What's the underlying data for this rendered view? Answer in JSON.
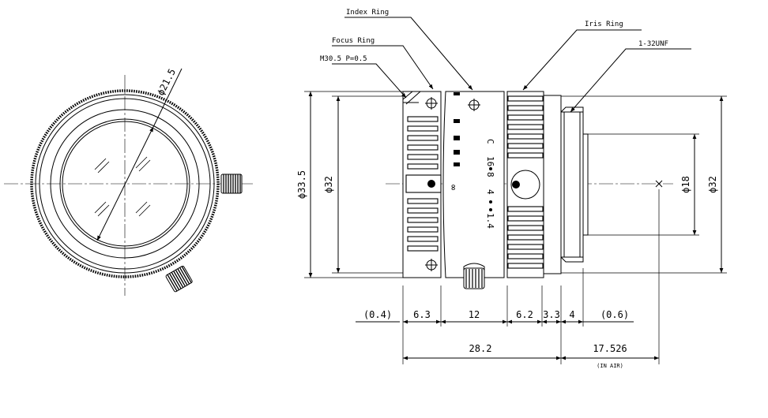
{
  "callouts": {
    "index_ring": "Index Ring",
    "focus_ring": "Focus Ring",
    "thread": "M30.5 P=0.5",
    "iris_ring": "Iris Ring",
    "mount": "1-32UNF"
  },
  "front_view": {
    "diameter": "ϕ21.5"
  },
  "side_view": {
    "left_diameters": [
      "ϕ33.5",
      "ϕ32"
    ],
    "right_diameters": [
      "ϕ18",
      "ϕ32"
    ]
  },
  "scale": {
    "mount_letter": "C",
    "focus_far": "∞",
    "iris_values": [
      "16",
      "8",
      "4",
      "1.4"
    ]
  },
  "dimensions": {
    "row1": [
      "(0.4)",
      "6.3",
      "12",
      "6.2",
      "3.3",
      "4",
      "(0.6)"
    ],
    "total_length": "28.2",
    "back_focus": "17.526",
    "back_focus_note": "(IN AIR)"
  }
}
